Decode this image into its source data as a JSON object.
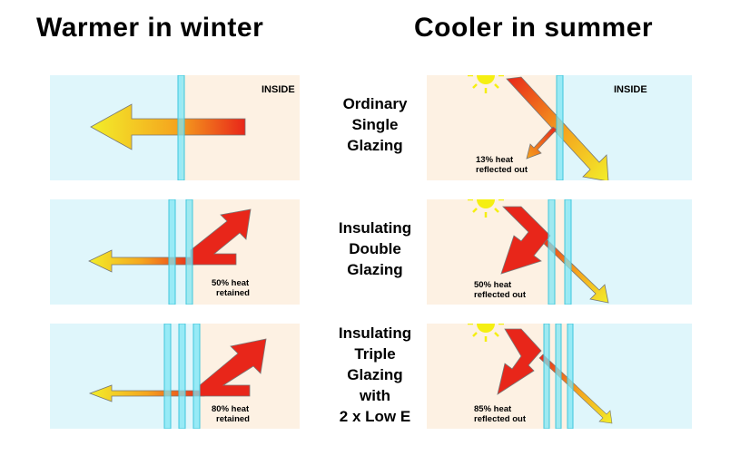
{
  "headings": {
    "winter": "Warmer in winter",
    "summer": "Cooler in summer"
  },
  "inside_label": "INSIDE",
  "rows": [
    {
      "label_lines": [
        "Ordinary",
        "Single",
        "Glazing"
      ],
      "winter_note": [],
      "summer_note": [
        "13% heat",
        "reflected out"
      ]
    },
    {
      "label_lines": [
        "Insulating",
        "Double",
        "Glazing"
      ],
      "winter_note": [
        "50% heat",
        "retained"
      ],
      "summer_note": [
        "50% heat",
        "reflected out"
      ]
    },
    {
      "label_lines": [
        "Insulating",
        "Triple",
        "Glazing",
        "with",
        "2 x Low E"
      ],
      "winter_note": [
        "80% heat",
        "retained"
      ],
      "summer_note": [
        "85% heat",
        "reflected out"
      ]
    }
  ],
  "colors": {
    "outside": "#dff6fb",
    "inside": "#fdf1e3",
    "glass": "#7fe6f4",
    "arrow_hot": "#e8261a",
    "arrow_cool": "#f2ee2a",
    "sun": "#f5ef12"
  }
}
